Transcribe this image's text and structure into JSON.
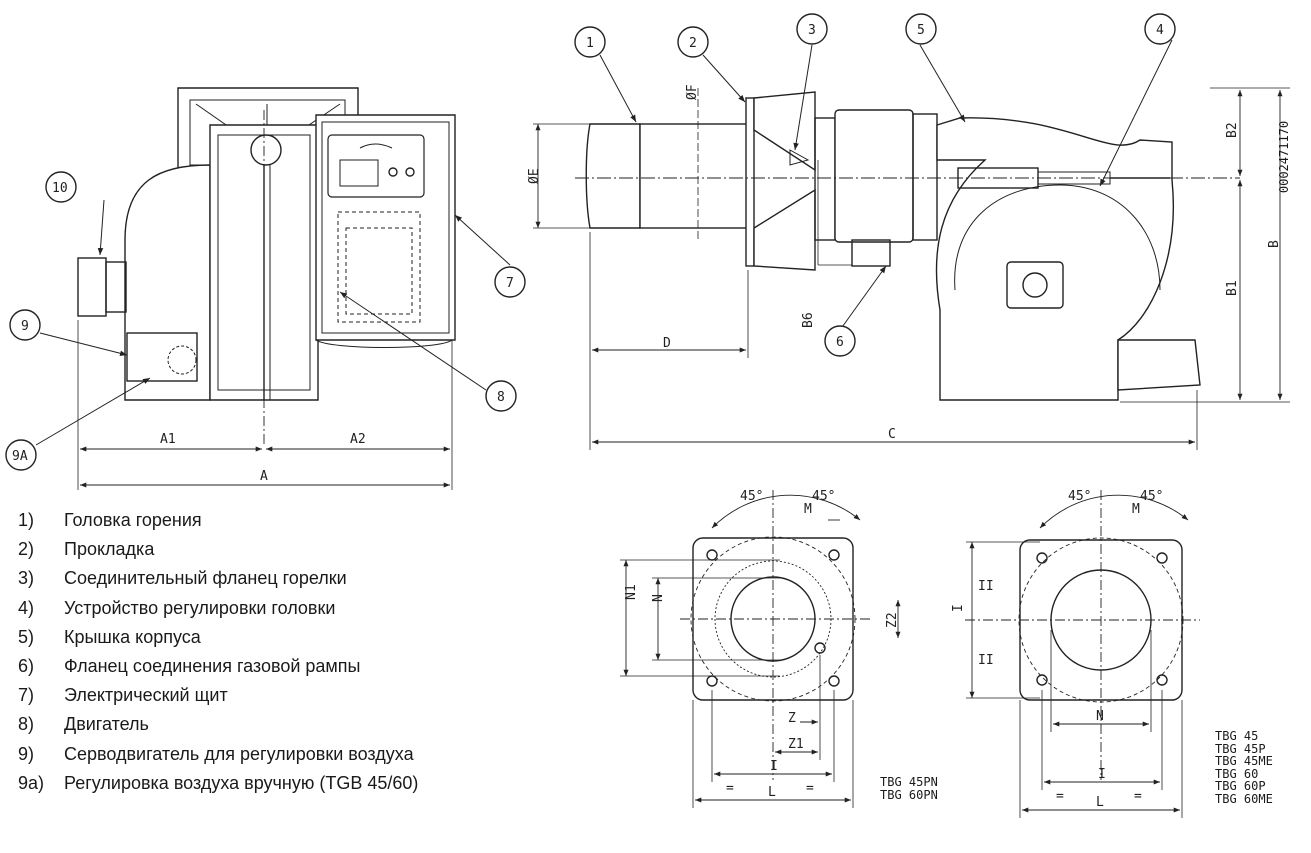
{
  "callouts": {
    "c1": "1",
    "c2": "2",
    "c3": "3",
    "c4": "4",
    "c5": "5",
    "c6": "6",
    "c7": "7",
    "c8": "8",
    "c9": "9",
    "c9a": "9A",
    "c10": "10"
  },
  "dimensions": {
    "A": "A",
    "A1": "A1",
    "A2": "A2",
    "B": "B",
    "B1": "B1",
    "B2": "B2",
    "B6": "B6",
    "C": "C",
    "D": "D",
    "E": "ØE",
    "F": "ØF",
    "I": "I",
    "II": "II",
    "L": "L",
    "M": "M",
    "N": "N",
    "N1": "N1",
    "Z": "Z",
    "Z1": "Z1",
    "Z2": "Z2",
    "angle": "45°",
    "equal": "="
  },
  "drawing_code": "0002471170",
  "models": {
    "left_flange": [
      "TBG 45PN",
      "TBG 60PN"
    ],
    "right_flange": [
      "TBG 45",
      "TBG 45P",
      "TBG 45ME",
      "TBG 60",
      "TBG 60P",
      "TBG 60ME"
    ]
  },
  "legend": [
    {
      "num": "1)",
      "text": "Головка горения"
    },
    {
      "num": "2)",
      "text": "Прокладка"
    },
    {
      "num": "3)",
      "text": "Соединительный фланец горелки"
    },
    {
      "num": "4)",
      "text": "Устройство регулировки головки"
    },
    {
      "num": "5)",
      "text": "Крышка корпуса"
    },
    {
      "num": "6)",
      "text": "Фланец соединения газовой рампы"
    },
    {
      "num": "7)",
      "text": "Электрический щит"
    },
    {
      "num": "8)",
      "text": "Двигатель"
    },
    {
      "num": "9)",
      "text": "Серводвигатель для регулировки воздуха"
    },
    {
      "num": "9a)",
      "text": "Регулировка воздуха вручную (TGB 45/60)"
    }
  ]
}
